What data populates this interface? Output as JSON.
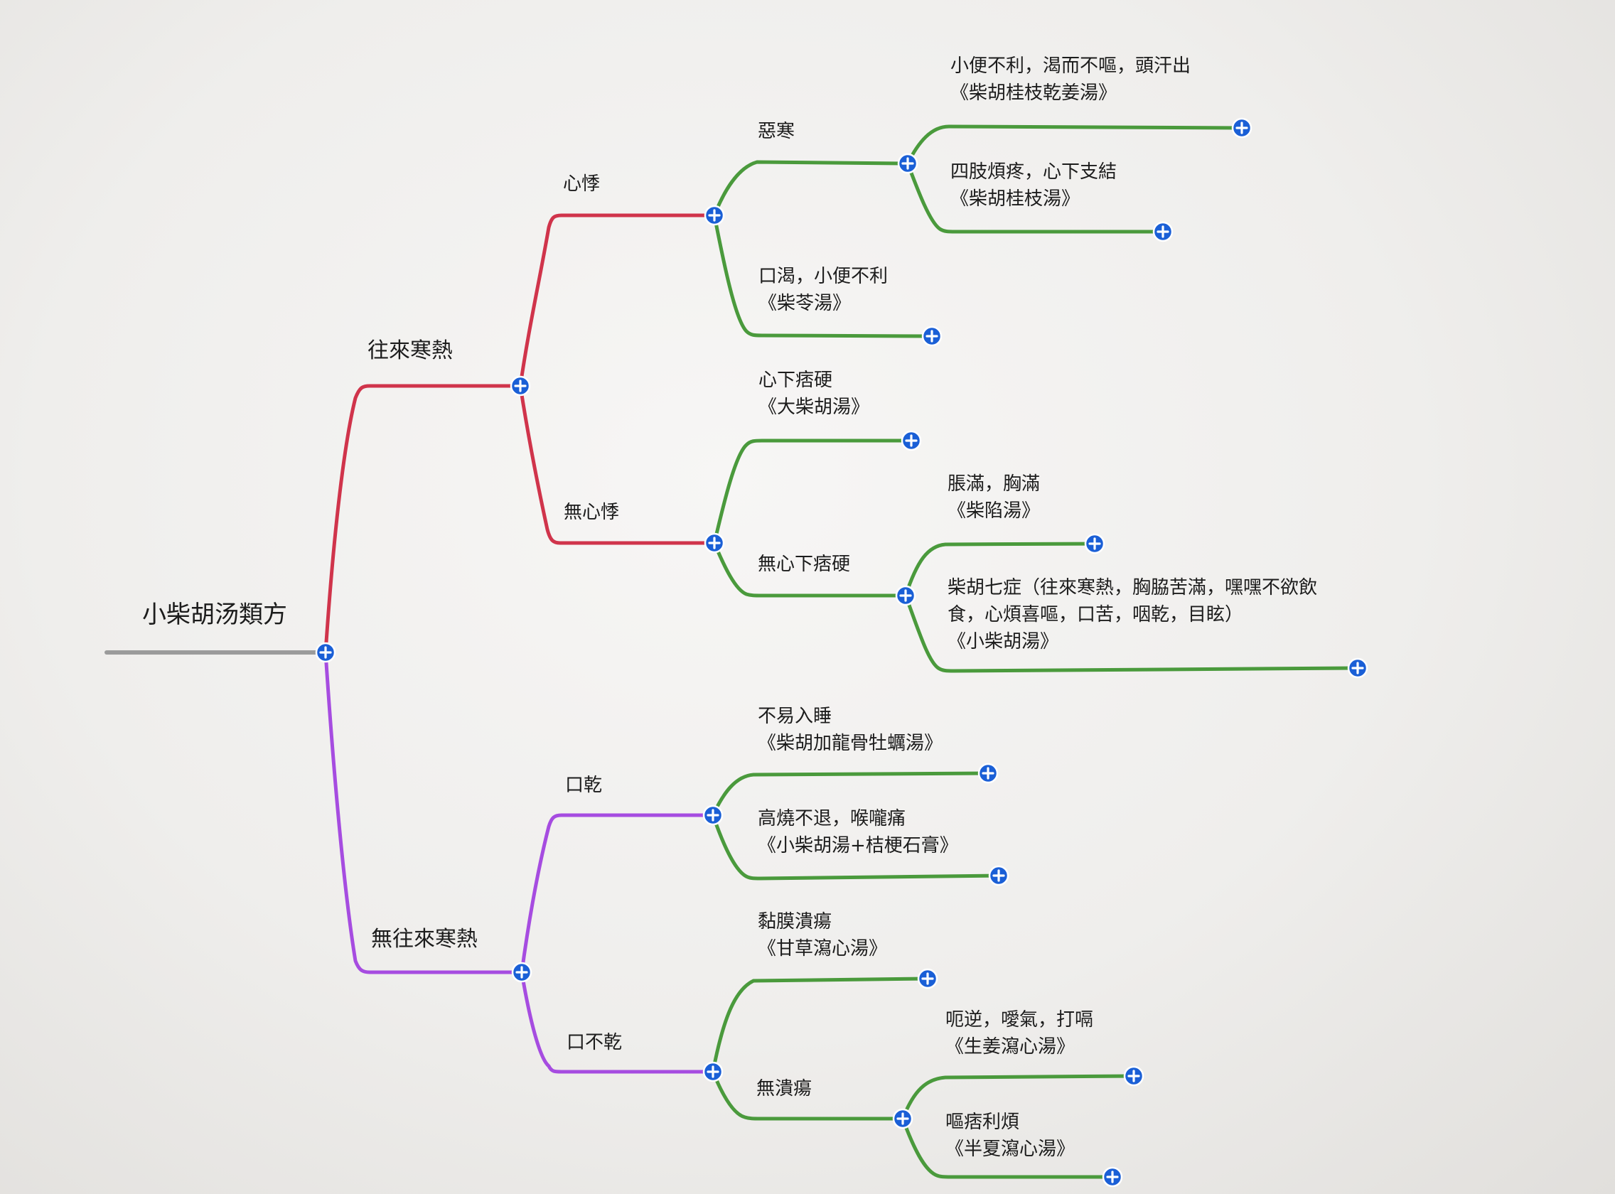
{
  "colors": {
    "root_branch": "#9b9b9b",
    "branch_with_fever": "#d0344b",
    "branch_without_fever": "#a64ce0",
    "leaf_branch": "#4a9a3c",
    "node_fill": "#1a5fd6"
  },
  "icons": {
    "expand": "plus-circle-icon"
  },
  "tree": {
    "root": {
      "label": "小柴胡汤類方"
    },
    "alternating_chills_fever": {
      "label": "往來寒熱",
      "palpitation": {
        "label": "心悸",
        "aversion_to_cold": {
          "label": "惡寒",
          "leaf_a": {
            "symptoms": "小便不利，渴而不嘔，頭汗出",
            "formula": "《柴胡桂枝乾姜湯》"
          },
          "leaf_b": {
            "symptoms": "四肢煩疼，心下支結",
            "formula": "《柴胡桂枝湯》"
          }
        },
        "leaf_thirst": {
          "symptoms": "口渴，小便不利",
          "formula": "《柴苓湯》"
        }
      },
      "no_palpitation": {
        "label": "無心悸",
        "leaf_hard_fullness": {
          "symptoms": "心下痞硬",
          "formula": "《大柴胡湯》"
        },
        "no_hard_fullness": {
          "label": "無心下痞硬",
          "leaf_a": {
            "symptoms": "脹滿，胸滿",
            "formula": "《柴陷湯》"
          },
          "leaf_b": {
            "symptoms_line1": "柴胡七症（往來寒熱，胸脇苦滿，嘿嘿不欲飲",
            "symptoms_line2": "食，心煩喜嘔，口苦，咽乾，目眩）",
            "formula": "《小柴胡湯》"
          }
        }
      }
    },
    "no_alternating_chills_fever": {
      "label": "無往來寒熱",
      "dry_mouth": {
        "label": "口乾",
        "leaf_a": {
          "symptoms": "不易入睡",
          "formula": "《柴胡加龍骨牡蠣湯》"
        },
        "leaf_b": {
          "symptoms": "高燒不退，喉嚨痛",
          "formula": "《小柴胡湯+桔梗石膏》"
        }
      },
      "no_dry_mouth": {
        "label": "口不乾",
        "leaf_ulcer": {
          "symptoms": "黏膜潰瘍",
          "formula": "《甘草瀉心湯》"
        },
        "no_ulcer": {
          "label": "無潰瘍",
          "leaf_a": {
            "symptoms": "呃逆，噯氣，打嗝",
            "formula": "《生姜瀉心湯》"
          },
          "leaf_b": {
            "symptoms": "嘔痞利煩",
            "formula": "《半夏瀉心湯》"
          }
        }
      }
    }
  }
}
